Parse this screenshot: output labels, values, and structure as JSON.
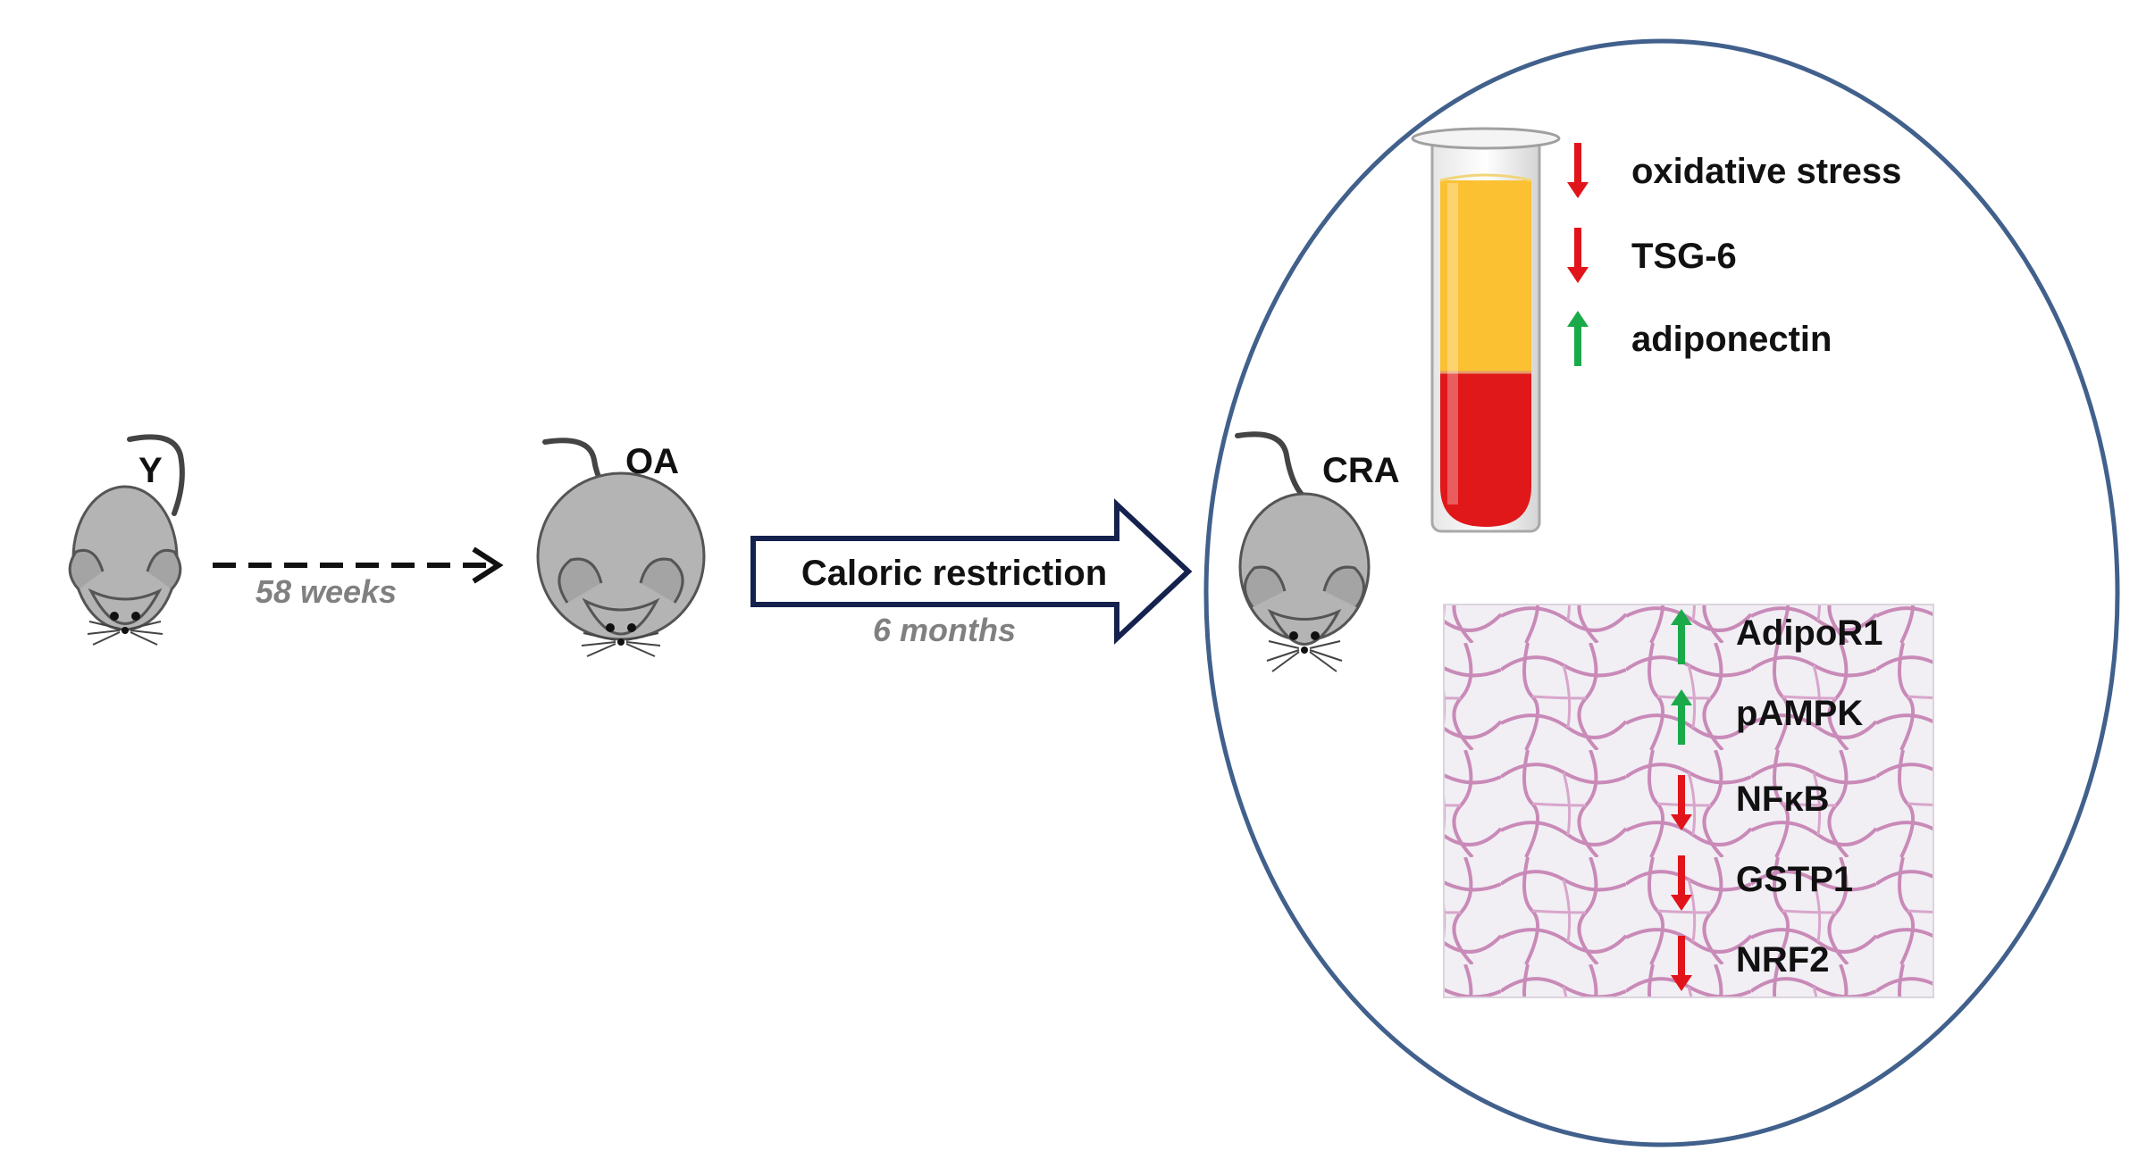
{
  "mice": {
    "young": {
      "label": "Y"
    },
    "old": {
      "label": "OA"
    },
    "restricted": {
      "label": "CRA"
    }
  },
  "transitions": {
    "aging": {
      "duration": "58 weeks"
    },
    "restriction": {
      "label": "Caloric restriction",
      "duration": "6 months"
    }
  },
  "blood_markers": [
    {
      "name": "oxidative stress",
      "direction": "down"
    },
    {
      "name": "TSG-6",
      "direction": "down"
    },
    {
      "name": "adiponectin",
      "direction": "up"
    }
  ],
  "tissue_markers": [
    {
      "name": "AdipoR1",
      "direction": "up"
    },
    {
      "name": "pAMPK",
      "direction": "up"
    },
    {
      "name": "NFκB",
      "direction": "down"
    },
    {
      "name": "GSTP1",
      "direction": "down"
    },
    {
      "name": "NRF2",
      "direction": "down"
    }
  ],
  "colors": {
    "up_arrow": "#1aaa4a",
    "down_arrow": "#e0141a",
    "ellipse": "#41608c",
    "restriction_arrow": "#15224e",
    "plasma": "#fbc132",
    "blood": "#e0181a",
    "mouse_body": "#b4b4b4"
  }
}
